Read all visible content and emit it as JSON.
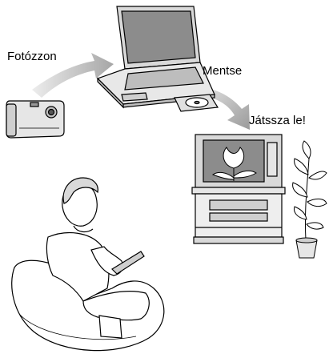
{
  "steps": [
    {
      "label": "Fotózzon",
      "icon": "camera-icon"
    },
    {
      "label": "Mentse",
      "icon": "laptop-icon"
    },
    {
      "label": "Játssza le!",
      "icon": "tv-icon"
    }
  ],
  "colors": {
    "arrow": "#a6a6a6",
    "arrow_light": "#c8c8c8",
    "line": "#000000",
    "screen": "#8c8c8c",
    "device": "#d9d9d9",
    "background": "#ffffff"
  }
}
